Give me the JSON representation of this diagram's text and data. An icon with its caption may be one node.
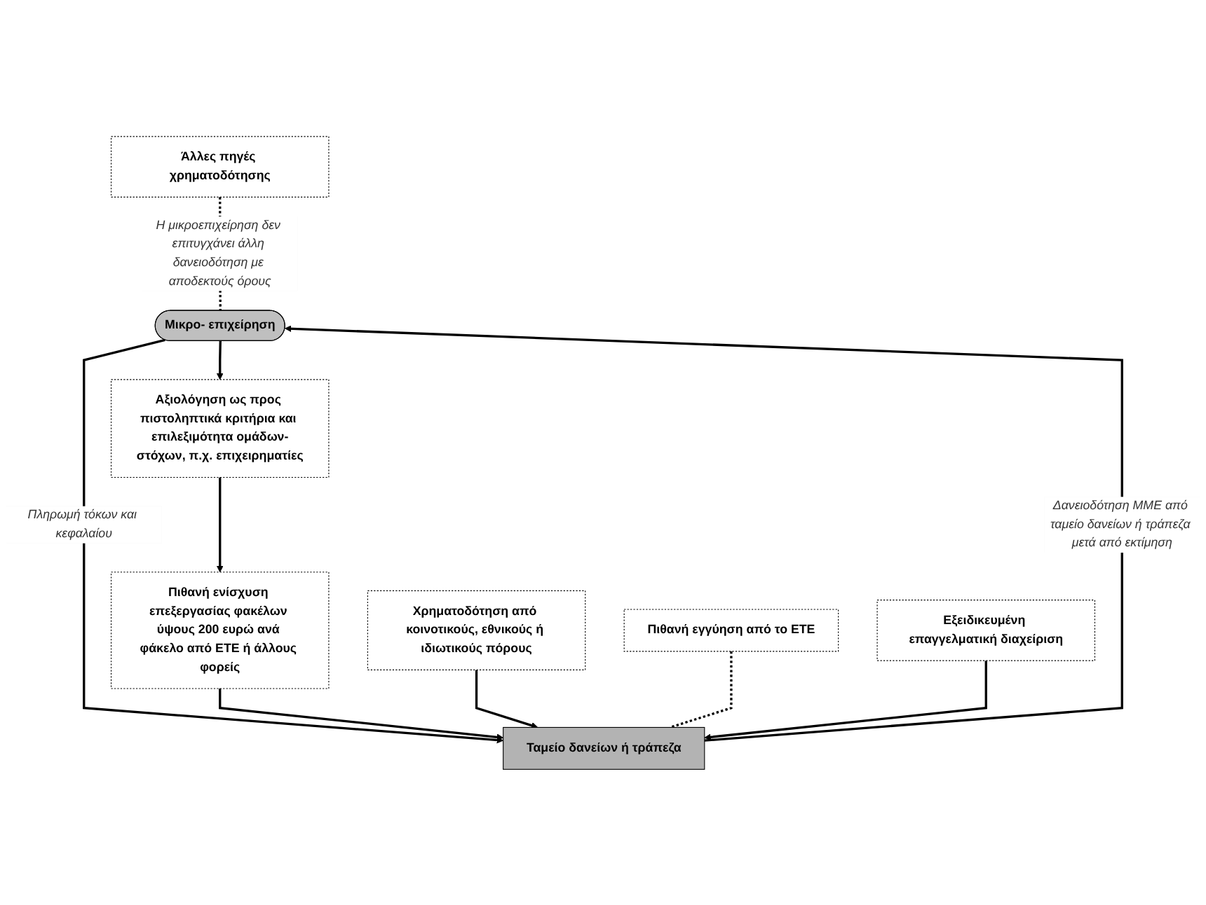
{
  "diagram": {
    "nodes": [
      {
        "text": [
          "Άλλες πηγές χρηματοδότησης"
        ]
      },
      {
        "text": [
          "Μικρο- επιχείρηση"
        ]
      },
      {
        "text": [
          "Αξιολόγηση ως προς πιστοληπτικά κριτήρια και επιλεξιμότητα ομάδων-στόχων, π.χ. επιχειρηματίες"
        ]
      },
      {
        "text": [
          "Πιθανή ενίσχυση επεξεργασίας φακέλων ύψους 200 ευρώ ανά φάκελο από ΕΤΕ ή άλλους φορείς"
        ]
      },
      {
        "text": [
          "Ταμείο δανείων ή τράπεζα"
        ]
      },
      {
        "text": [
          "Χρηματοδότηση από κοινοτικούς, εθνικούς ή ιδιωτικούς πόρους"
        ]
      },
      {
        "text": [
          "Πιθανή εγγύηση από το ΕΤΕ"
        ]
      },
      {
        "text": [
          "Εξειδικευμένη επαγγελματική διαχείριση"
        ]
      }
    ],
    "edges": [
      {
        "from": 0,
        "to": 1,
        "arrow": "none",
        "style": "dashed",
        "label": "Η μικροεπιχείρηση δεν επιτυγχάνει άλλη δανειοδότηση με αποδεκτούς όρους"
      },
      {
        "from": 1,
        "to": 4,
        "arrow": "to",
        "label": "Πληρωμή τόκων και κεφαλαίου"
      },
      {
        "from": 4,
        "to": 1,
        "arrow": "to",
        "label": "Δανειοδότηση ΜΜΕ από ταμείο δανείων ή τράπεζα μετά από εκτίμηση"
      },
      {
        "from": 1,
        "to": 2,
        "arrow": "to"
      },
      {
        "from": 2,
        "to": 3,
        "arrow": "to"
      },
      {
        "from": 3,
        "to": 4,
        "arrow": "to"
      },
      {
        "from": 5,
        "to": 4,
        "arrow": "to"
      },
      {
        "from": 6,
        "to": 4,
        "arrow": "none",
        "style": "dashed"
      },
      {
        "from": 7,
        "to": 4,
        "arrow": "to"
      }
    ]
  }
}
